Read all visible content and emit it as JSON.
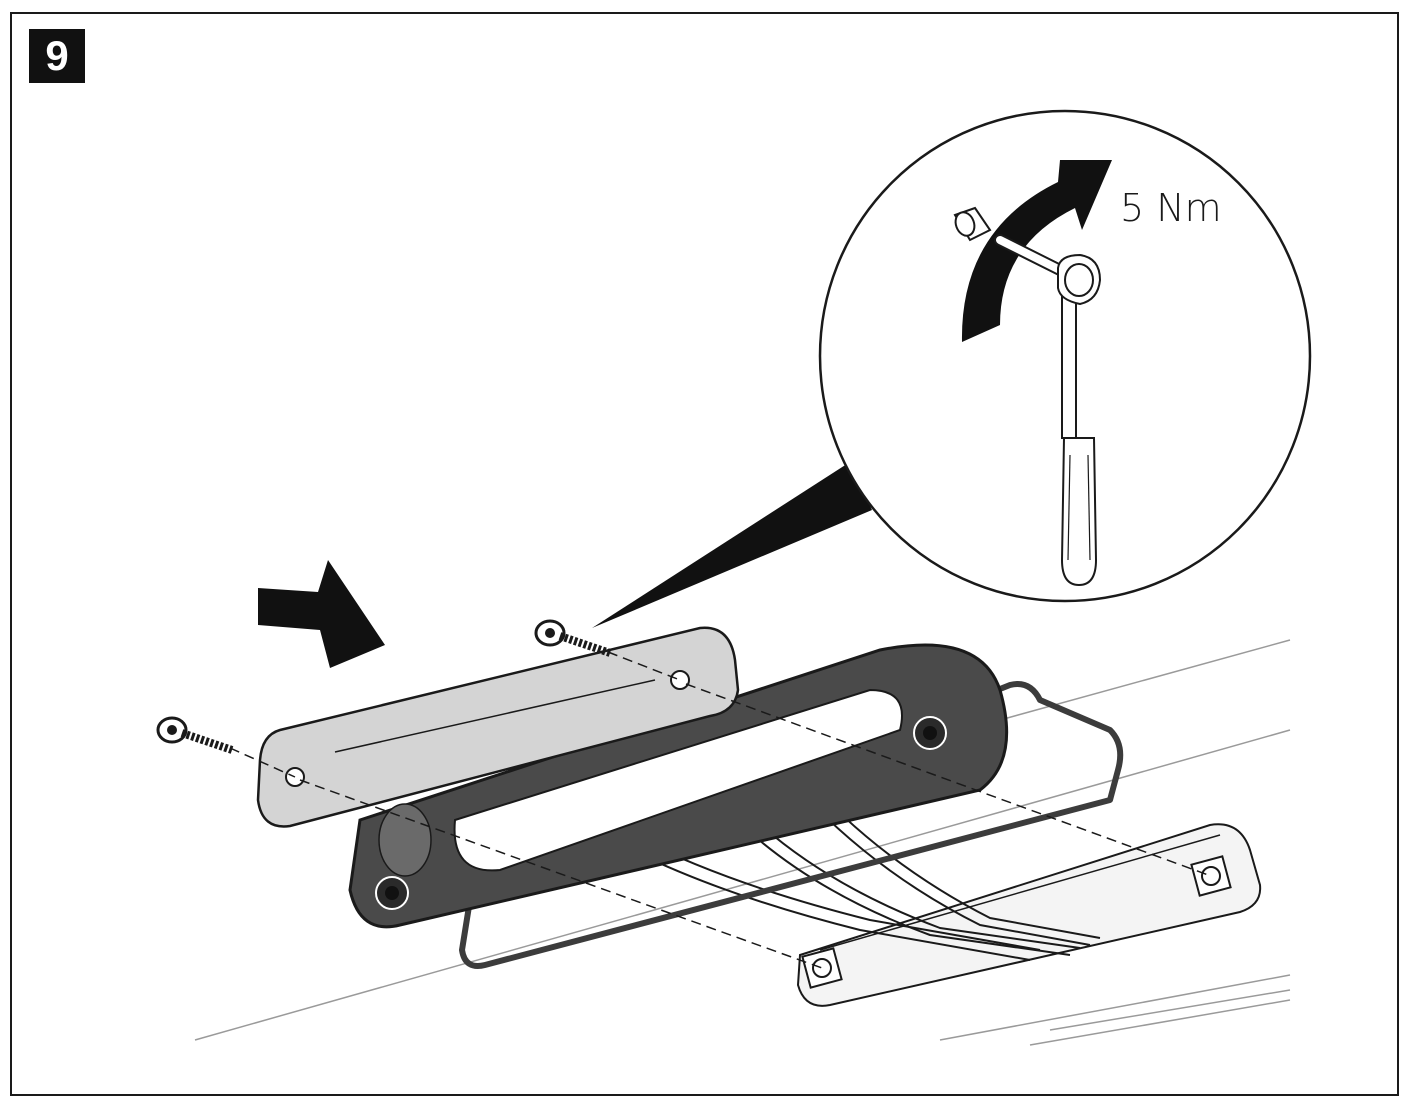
{
  "step": {
    "number": "9"
  },
  "callout": {
    "torque": "5 Nm"
  },
  "icons": {
    "push_arrow": "arrow-right-down",
    "rotate_arrow": "rotate-clockwise-arrow",
    "tool": "torx-screwdriver"
  },
  "colors": {
    "line": "#1a1a1a",
    "cover_fill": "#cfcfcf",
    "housing_fill": "#3c3c3c",
    "background": "#ffffff"
  }
}
